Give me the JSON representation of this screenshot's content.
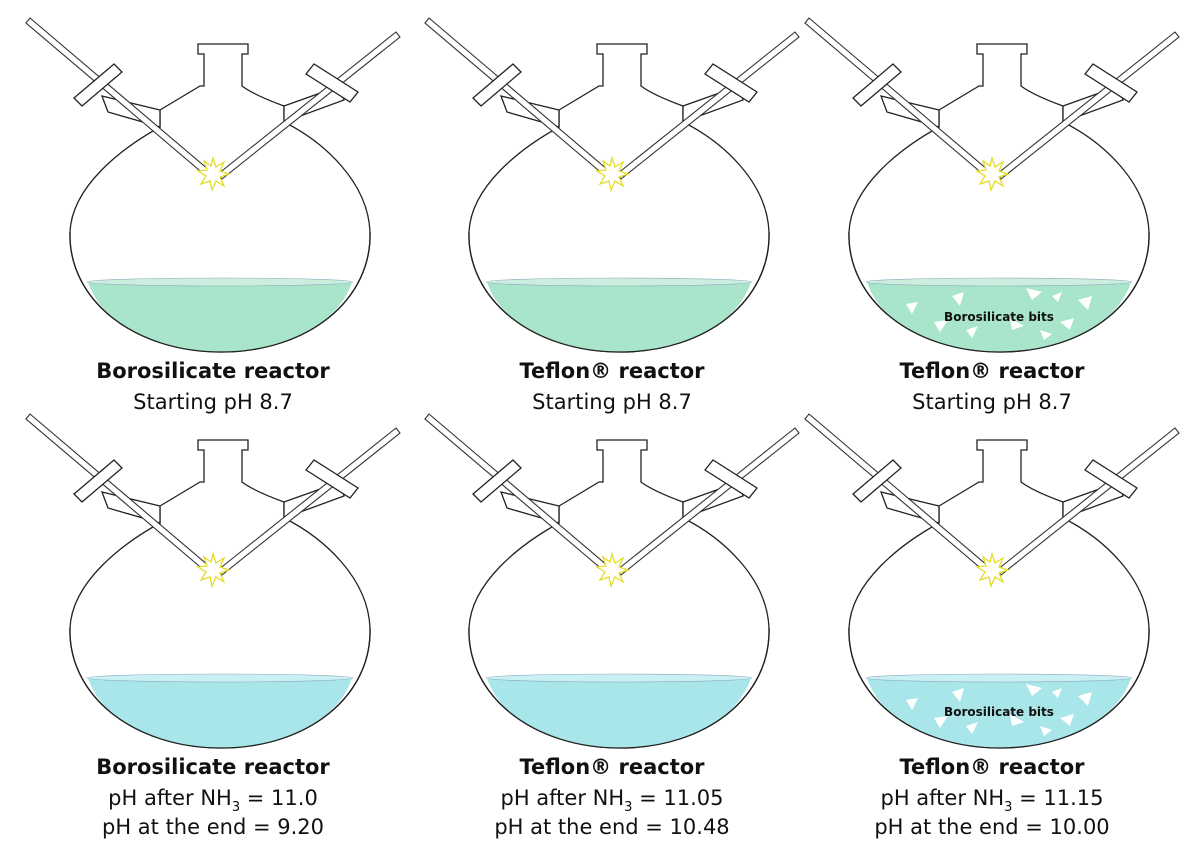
{
  "colors": {
    "initial_solution": "#a8e5cb",
    "initial_solution_top": "#cdeede",
    "final_solution": "#a9e6ea",
    "final_solution_top": "#c9f0f2",
    "spark": "#f2ef3a",
    "outline": "#222222"
  },
  "rows": [
    {
      "panels": [
        {
          "title": "Borosilicate reactor",
          "lines": [
            "Starting pH 8.7"
          ],
          "bits": false,
          "bits_label": ""
        },
        {
          "title": "Teflon® reactor",
          "lines": [
            "Starting pH 8.7"
          ],
          "bits": false,
          "bits_label": ""
        },
        {
          "title": "Teflon® reactor",
          "lines": [
            "Starting pH 8.7"
          ],
          "bits": true,
          "bits_label": "Borosilicate bits"
        }
      ]
    },
    {
      "panels": [
        {
          "title": "Borosilicate reactor",
          "nh3_prefix": "pH after NH",
          "nh3_sub": "3",
          "nh3_value": " = 11.0",
          "end_line": "pH at the end = 9.20",
          "bits": false,
          "bits_label": ""
        },
        {
          "title": "Teflon® reactor",
          "nh3_prefix": "pH after NH",
          "nh3_sub": "3",
          "nh3_value": " = 11.05",
          "end_line": "pH at the end = 10.48",
          "bits": false,
          "bits_label": ""
        },
        {
          "title": "Teflon® reactor",
          "nh3_prefix": "pH after NH",
          "nh3_sub": "3",
          "nh3_value": " = 11.15",
          "end_line": "pH at the end = 10.00",
          "bits": true,
          "bits_label": "Borosilicate bits"
        }
      ]
    }
  ]
}
